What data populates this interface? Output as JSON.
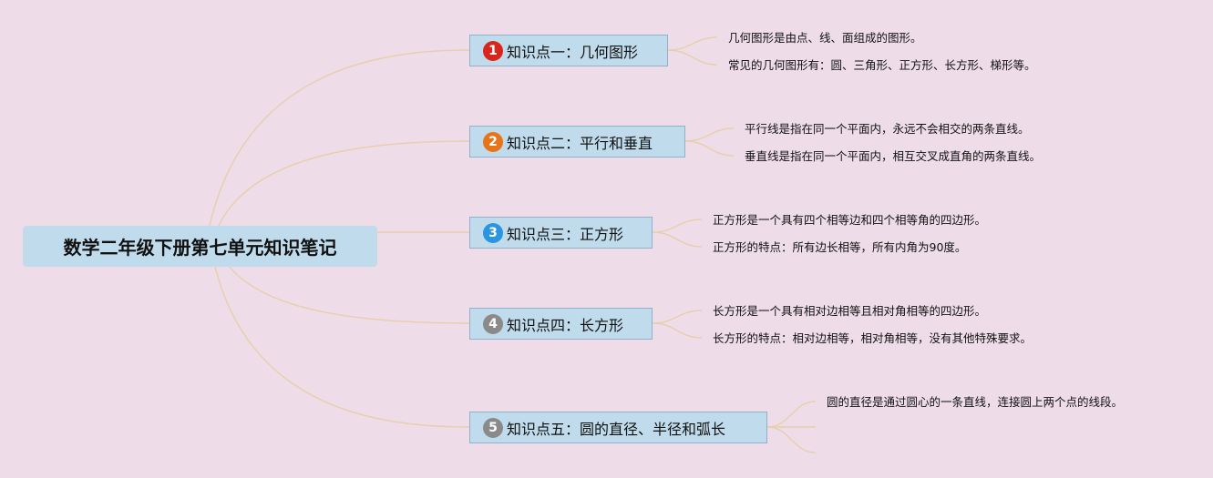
{
  "root": {
    "title": "数学二年级下册第七单元知识笔记"
  },
  "colors": {
    "background": "#eedde9",
    "node_fill": "#c0dcec",
    "connector": "#e7cfae",
    "badge_1": "#d9261c",
    "badge_2": "#e8741a",
    "badge_3": "#2b95df",
    "badge_4": "#8a8a8a",
    "badge_5": "#8a8a8a"
  },
  "topics": [
    {
      "number": "1",
      "label": "知识点一：几何图形",
      "notes": [
        "几何图形是由点、线、面组成的图形。",
        "常见的几何图形有：圆、三角形、正方形、长方形、梯形等。"
      ]
    },
    {
      "number": "2",
      "label": "知识点二：平行和垂直",
      "notes": [
        "平行线是指在同一个平面内，永远不会相交的两条直线。",
        "垂直线是指在同一个平面内，相互交叉成直角的两条直线。"
      ]
    },
    {
      "number": "3",
      "label": "知识点三：正方形",
      "notes": [
        "正方形是一个具有四个相等边和四个相等角的四边形。",
        "正方形的特点：所有边长相等，所有内角为90度。"
      ]
    },
    {
      "number": "4",
      "label": "知识点四：长方形",
      "notes": [
        "长方形是一个具有相对边相等且相对角相等的四边形。",
        "长方形的特点：相对边相等，相对角相等，没有其他特殊要求。"
      ]
    },
    {
      "number": "5",
      "label": "知识点五：圆的直径、半径和弧长",
      "notes": [
        "圆的直径是通过圆心的一条直线，连接圆上两个点的线段。"
      ]
    }
  ]
}
